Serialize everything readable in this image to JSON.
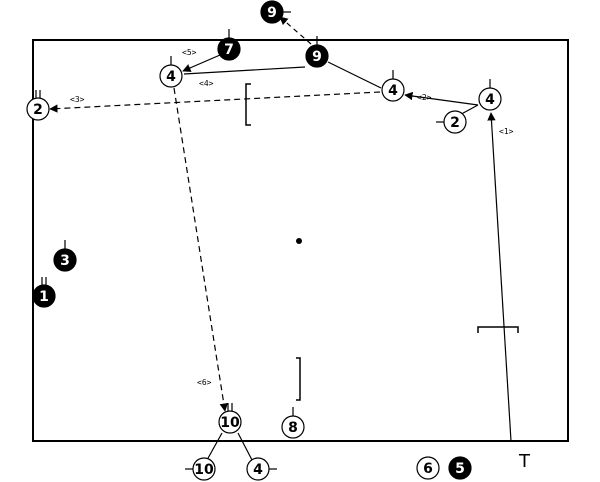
{
  "court": {
    "name": "",
    "colors": {
      "line": "#000000",
      "fill": "#ffffff"
    }
  },
  "players": [
    {
      "id": "p1",
      "label": "1",
      "style": "filled"
    },
    {
      "id": "p3",
      "label": "3",
      "style": "filled"
    },
    {
      "id": "p5",
      "label": "5",
      "style": "filled"
    },
    {
      "id": "p6",
      "label": "6",
      "style": "outline"
    },
    {
      "id": "p7",
      "label": "7",
      "style": "filled"
    },
    {
      "id": "p8",
      "label": "8",
      "style": "outline"
    },
    {
      "id": "p9a",
      "label": "9",
      "style": "filled"
    },
    {
      "id": "p9b",
      "label": "9",
      "style": "filled"
    },
    {
      "id": "p2a",
      "label": "2",
      "style": "outline"
    },
    {
      "id": "p2b",
      "label": "2",
      "style": "outline"
    },
    {
      "id": "p4a",
      "label": "4",
      "style": "outline"
    },
    {
      "id": "p4b",
      "label": "4",
      "style": "outline"
    },
    {
      "id": "p4c",
      "label": "4",
      "style": "outline"
    },
    {
      "id": "p4d",
      "label": "4",
      "style": "outline"
    },
    {
      "id": "p10a",
      "label": "10",
      "style": "outline"
    },
    {
      "id": "p10b",
      "label": "10",
      "style": "outline"
    }
  ],
  "steps": [
    {
      "id": "s1",
      "label": "<1>"
    },
    {
      "id": "s2",
      "label": "<2>"
    },
    {
      "id": "s3",
      "label": "<3>"
    },
    {
      "id": "s4",
      "label": "<4>"
    },
    {
      "id": "s5",
      "label": "<5>"
    },
    {
      "id": "s6",
      "label": "<6>"
    }
  ],
  "marker_t": "T"
}
